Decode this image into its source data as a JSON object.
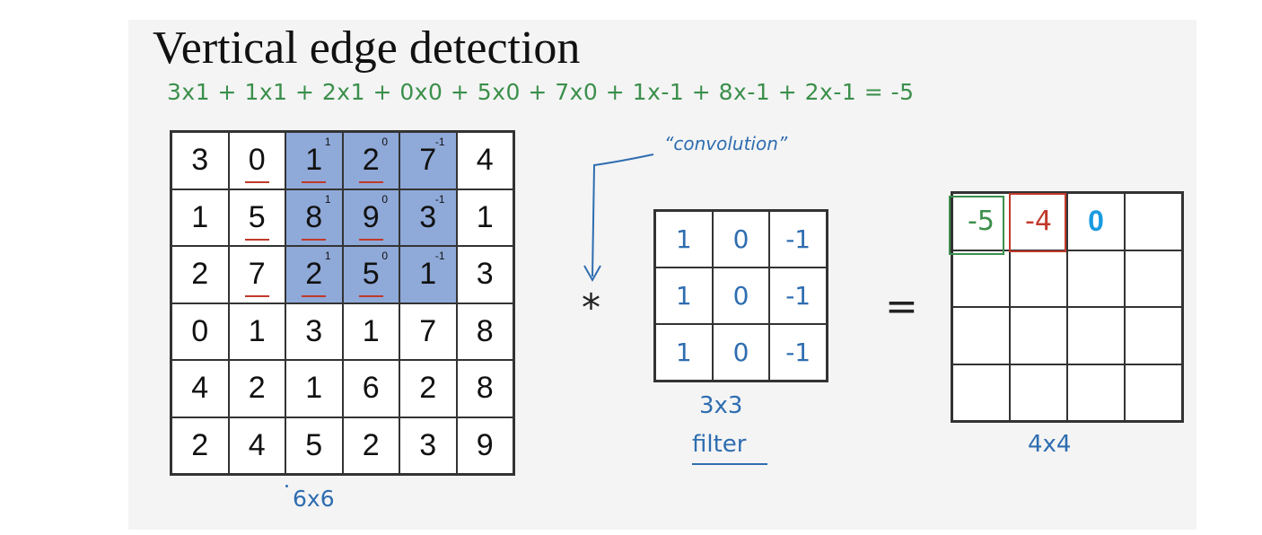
{
  "title": "Vertical edge detection",
  "equation": "3x1 + 1x1 + 2x1 + 0x0 + 5x0 + 7x0 + 1x-1 + 8x-1 + 2x-1 = -5",
  "convolution_label": "“convolution”",
  "operator_convolution": "*",
  "operator_equals": "=",
  "input": {
    "label": "6x6",
    "rows": [
      [
        "3",
        "0",
        "1",
        "2",
        "7",
        "4"
      ],
      [
        "1",
        "5",
        "8",
        "9",
        "3",
        "1"
      ],
      [
        "2",
        "7",
        "2",
        "5",
        "1",
        "3"
      ],
      [
        "0",
        "1",
        "3",
        "1",
        "7",
        "8"
      ],
      [
        "4",
        "2",
        "1",
        "6",
        "2",
        "8"
      ],
      [
        "2",
        "4",
        "5",
        "2",
        "3",
        "9"
      ]
    ],
    "highlight_window": {
      "row_start": 0,
      "col_start": 2,
      "size": 3
    },
    "window_weights": [
      [
        "1",
        "0",
        "-1"
      ],
      [
        "1",
        "0",
        "-1"
      ],
      [
        "1",
        "0",
        "-1"
      ]
    ],
    "underlined": [
      [
        0,
        1
      ],
      [
        1,
        1
      ],
      [
        2,
        1
      ],
      [
        0,
        2
      ],
      [
        1,
        2
      ],
      [
        2,
        2
      ],
      [
        0,
        3
      ],
      [
        1,
        3
      ],
      [
        2,
        3
      ]
    ],
    "highlight_color": "#8fa9d8",
    "underline_color": "#c0392b"
  },
  "filter": {
    "label": "3x3",
    "sublabel": "filter",
    "rows": [
      [
        "1",
        "0",
        "-1"
      ],
      [
        "1",
        "0",
        "-1"
      ],
      [
        "1",
        "0",
        "-1"
      ]
    ],
    "color": "#2e6db0"
  },
  "output": {
    "label": "4x4",
    "rows": [
      [
        "-5",
        "-4",
        "0",
        ""
      ],
      [
        "",
        "",
        "",
        ""
      ],
      [
        "",
        "",
        "",
        ""
      ],
      [
        "",
        "",
        "",
        ""
      ]
    ],
    "cell_colors": {
      "0-0": "green",
      "0-1": "red",
      "0-2": "blue"
    },
    "colors": {
      "green": "#3b8f4b",
      "red": "#c0392b",
      "blue": "#1a9be0"
    }
  }
}
